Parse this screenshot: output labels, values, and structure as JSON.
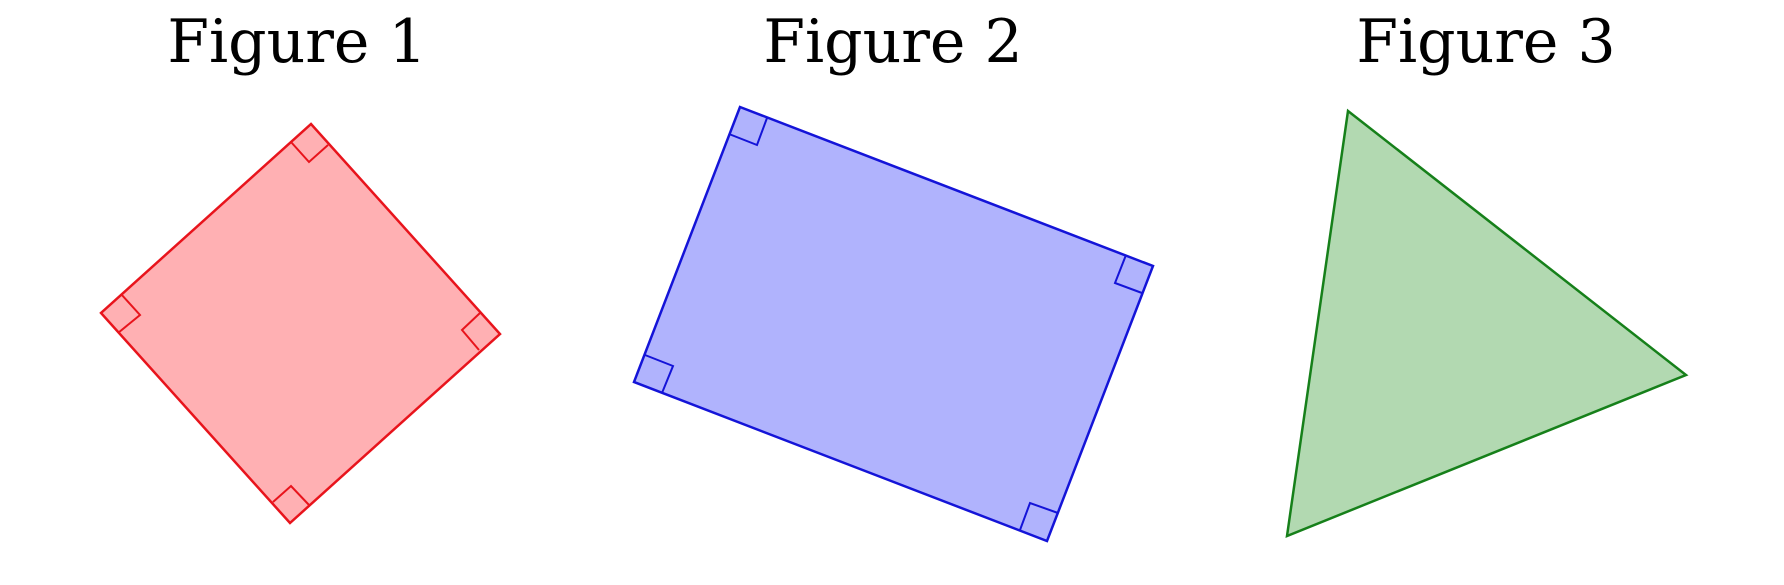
{
  "figures": [
    {
      "title": "Figure 1",
      "shape": "square",
      "stroke_color": "#e8141c",
      "fill_color": "#ffb0b3",
      "right_angle_markers": 4
    },
    {
      "title": "Figure 2",
      "shape": "rectangle",
      "stroke_color": "#1414d8",
      "fill_color": "#b0b3fd",
      "right_angle_markers": 4
    },
    {
      "title": "Figure 3",
      "shape": "triangle",
      "stroke_color": "#16801a",
      "fill_color": "#b2d9b1",
      "right_angle_markers": 0
    }
  ]
}
